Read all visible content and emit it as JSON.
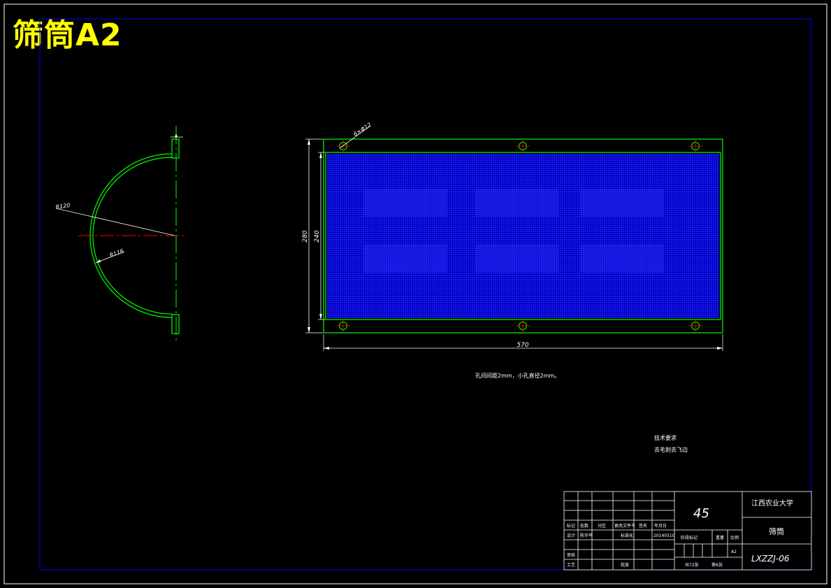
{
  "drawing": {
    "title": "筛筒A2",
    "note": "孔间间距2mm，小孔直径2mm。",
    "tech_requirements": {
      "heading": "技术要求",
      "line1": "去毛刺去飞边"
    },
    "dimensions": {
      "length_total": "570",
      "height_total": "280",
      "height_inner": "240",
      "holes": "6×Φ12",
      "outer_radius": "R120",
      "inner_radius": "R116"
    }
  },
  "title_block": {
    "material": "45",
    "school": "江西农业大学",
    "part_name": "筛筒",
    "drawing_no": "LXZZJ-06",
    "scale": "A2",
    "col_headers": [
      "标记",
      "处数",
      "分区",
      "更改文件号",
      "签名",
      "年月日"
    ],
    "design_label": "设计",
    "designer": "陈华平",
    "standardize_label": "标准化",
    "date": "20140510",
    "stage_label": "阶段标记",
    "weight_label": "重量",
    "ratio_label": "比例",
    "review_label": "审核",
    "process_label": "工艺",
    "approve_label": "批准",
    "sheets_total": "共72张",
    "sheet_no": "第6张"
  },
  "colors": {
    "frame": "#ffffff",
    "border_blue": "#0000ff",
    "outline": "#00ff00",
    "centerline": "#ff0000",
    "mesh": "#0000cc",
    "title": "#ffff00"
  }
}
